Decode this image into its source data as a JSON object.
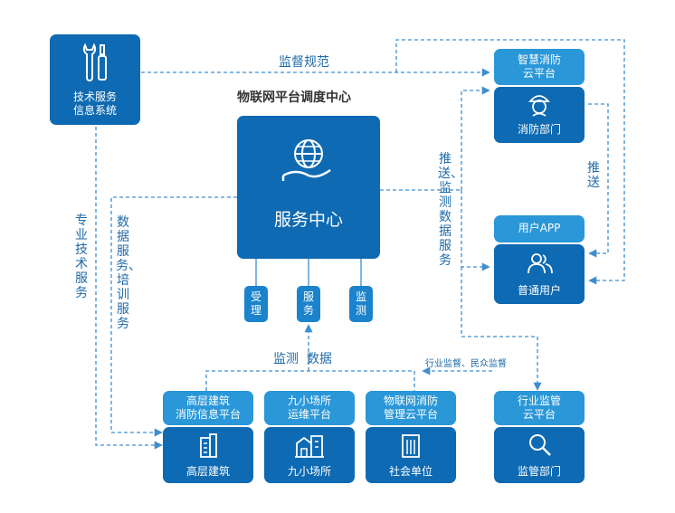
{
  "colors": {
    "dark": "#0e6ab2",
    "mid": "#1b83cc",
    "light": "#2a97d8",
    "line": "#3d8fd0",
    "text": "#1f6aa8"
  },
  "nodes": {
    "tech_service": {
      "title": "技术服务\n信息系统",
      "icon": "tools-icon"
    },
    "center_title": "物联网平台调度中心",
    "service_center": {
      "title": "服务中心",
      "icon": "globe-hand-icon"
    },
    "sub_boxes": [
      "受理",
      "服务",
      "监测"
    ],
    "smart_fire": {
      "header": "智慧消防\n云平台",
      "body": "消防部门",
      "icon": "firefighter-icon"
    },
    "user_app": {
      "header": "用户APP",
      "body": "普通用户",
      "icon": "users-icon"
    },
    "highrise": {
      "header": "高层建筑\n消防信息平台",
      "body": "高层建筑",
      "icon": "building-icon"
    },
    "nine_small": {
      "header": "九小场所\n运维平台",
      "body": "九小场所",
      "icon": "shops-icon"
    },
    "iot_fire": {
      "header": "物联网消防\n管理云平台",
      "body": "社会单位",
      "icon": "office-icon"
    },
    "industry": {
      "header": "行业监管\n云平台",
      "body": "监管部门",
      "icon": "magnifier-icon"
    }
  },
  "labels": {
    "supervise": "监督规范",
    "pro_tech": "专业技术服务",
    "data_train": "数据服务、培训服务",
    "push_monitor": "推送、监测数据服务",
    "push": "推送",
    "monitor_data": "监测  数据",
    "industry_public": "行业监督、民众监督"
  }
}
